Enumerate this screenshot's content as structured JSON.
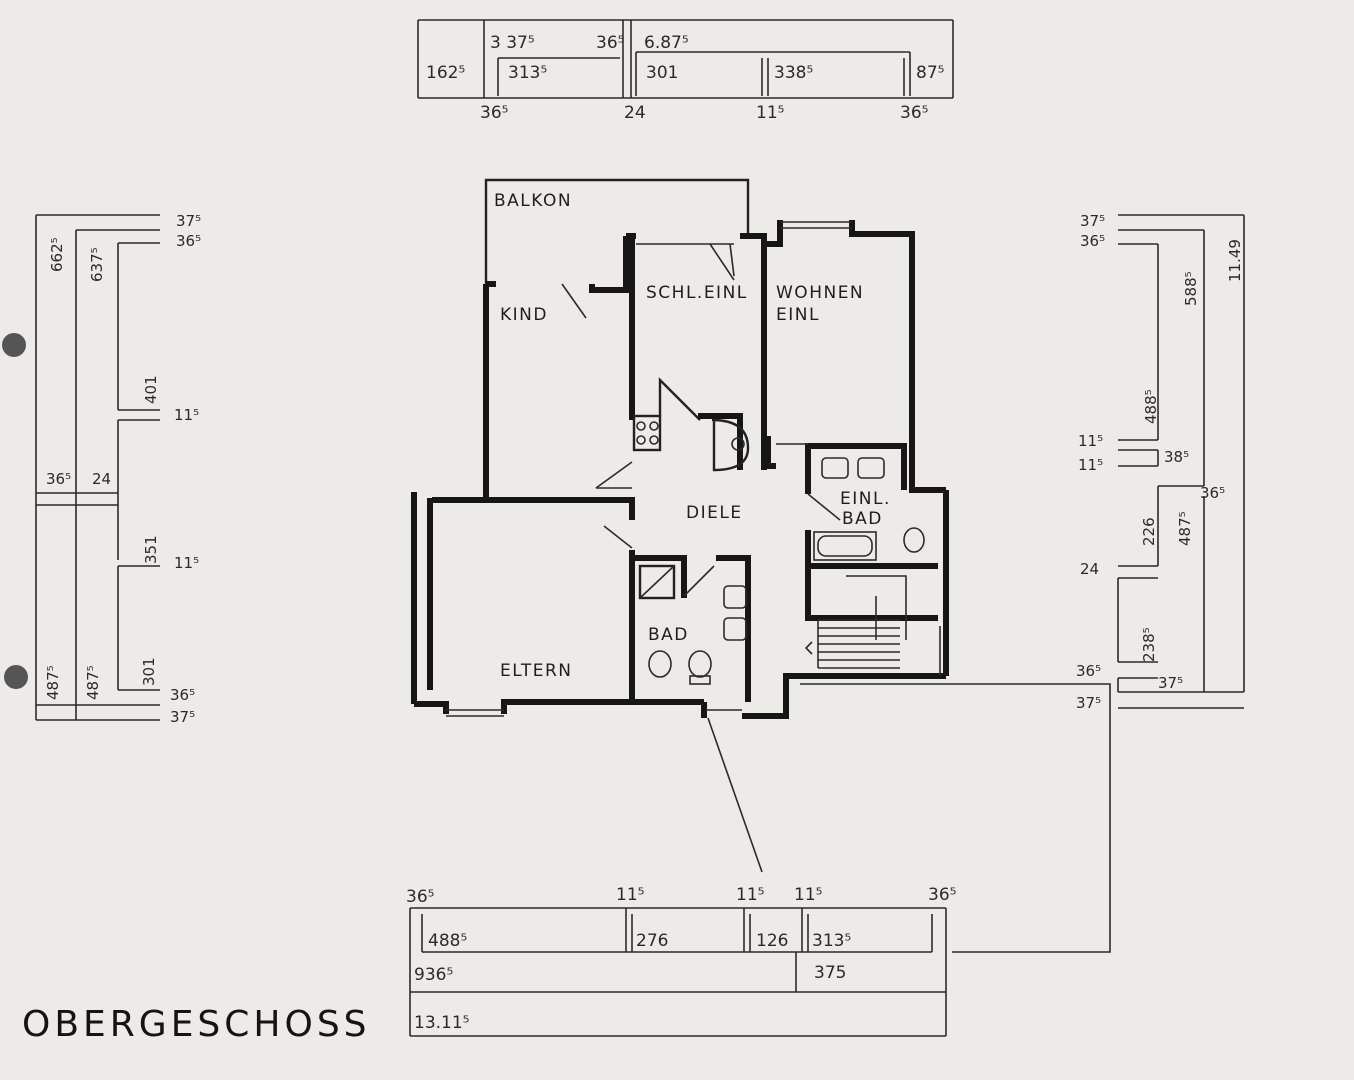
{
  "plan": {
    "title": "OBERGESCHOSS",
    "rooms": {
      "balkon": "BALKON",
      "kind": "KIND",
      "schl_einl": "SCHL.EINL",
      "wohnen": "WOHNEN",
      "einl": "EINL",
      "diele": "DIELE",
      "einl_bad_1": "EINL.",
      "einl_bad_2": "BAD",
      "bad": "BAD",
      "eltern": "ELTERN"
    },
    "dims_top": {
      "r1": [
        "3 37⁵",
        "36⁵",
        "6.87⁵"
      ],
      "r2": [
        "162⁵",
        "313⁵",
        "301",
        "338⁵",
        "87⁵"
      ],
      "r3": [
        "36⁵",
        "24",
        "11⁵",
        "36⁵"
      ]
    },
    "dims_left": [
      "37⁵",
      "36⁵",
      "662⁵",
      "637⁵",
      "401",
      "11⁵",
      "36⁵",
      "24",
      "351",
      "11⁵",
      "487⁵",
      "487⁵",
      "301",
      "36⁵",
      "37⁵"
    ],
    "dims_right": [
      "37⁵",
      "36⁵",
      "11.49",
      "588⁵",
      "488⁵",
      "11⁵",
      "11⁵",
      "38⁵",
      "36⁵",
      "226",
      "487⁵",
      "24",
      "238⁵",
      "36⁵",
      "37⁵",
      "37⁵"
    ],
    "dims_bottom": {
      "r1": [
        "36⁵",
        "11⁵",
        "11⁵",
        "11⁵",
        "36⁵"
      ],
      "r2": [
        "488⁵",
        "276",
        "126",
        "313⁵"
      ],
      "r3": [
        "936⁵",
        "375"
      ],
      "r4": [
        "13.11⁵"
      ]
    }
  }
}
